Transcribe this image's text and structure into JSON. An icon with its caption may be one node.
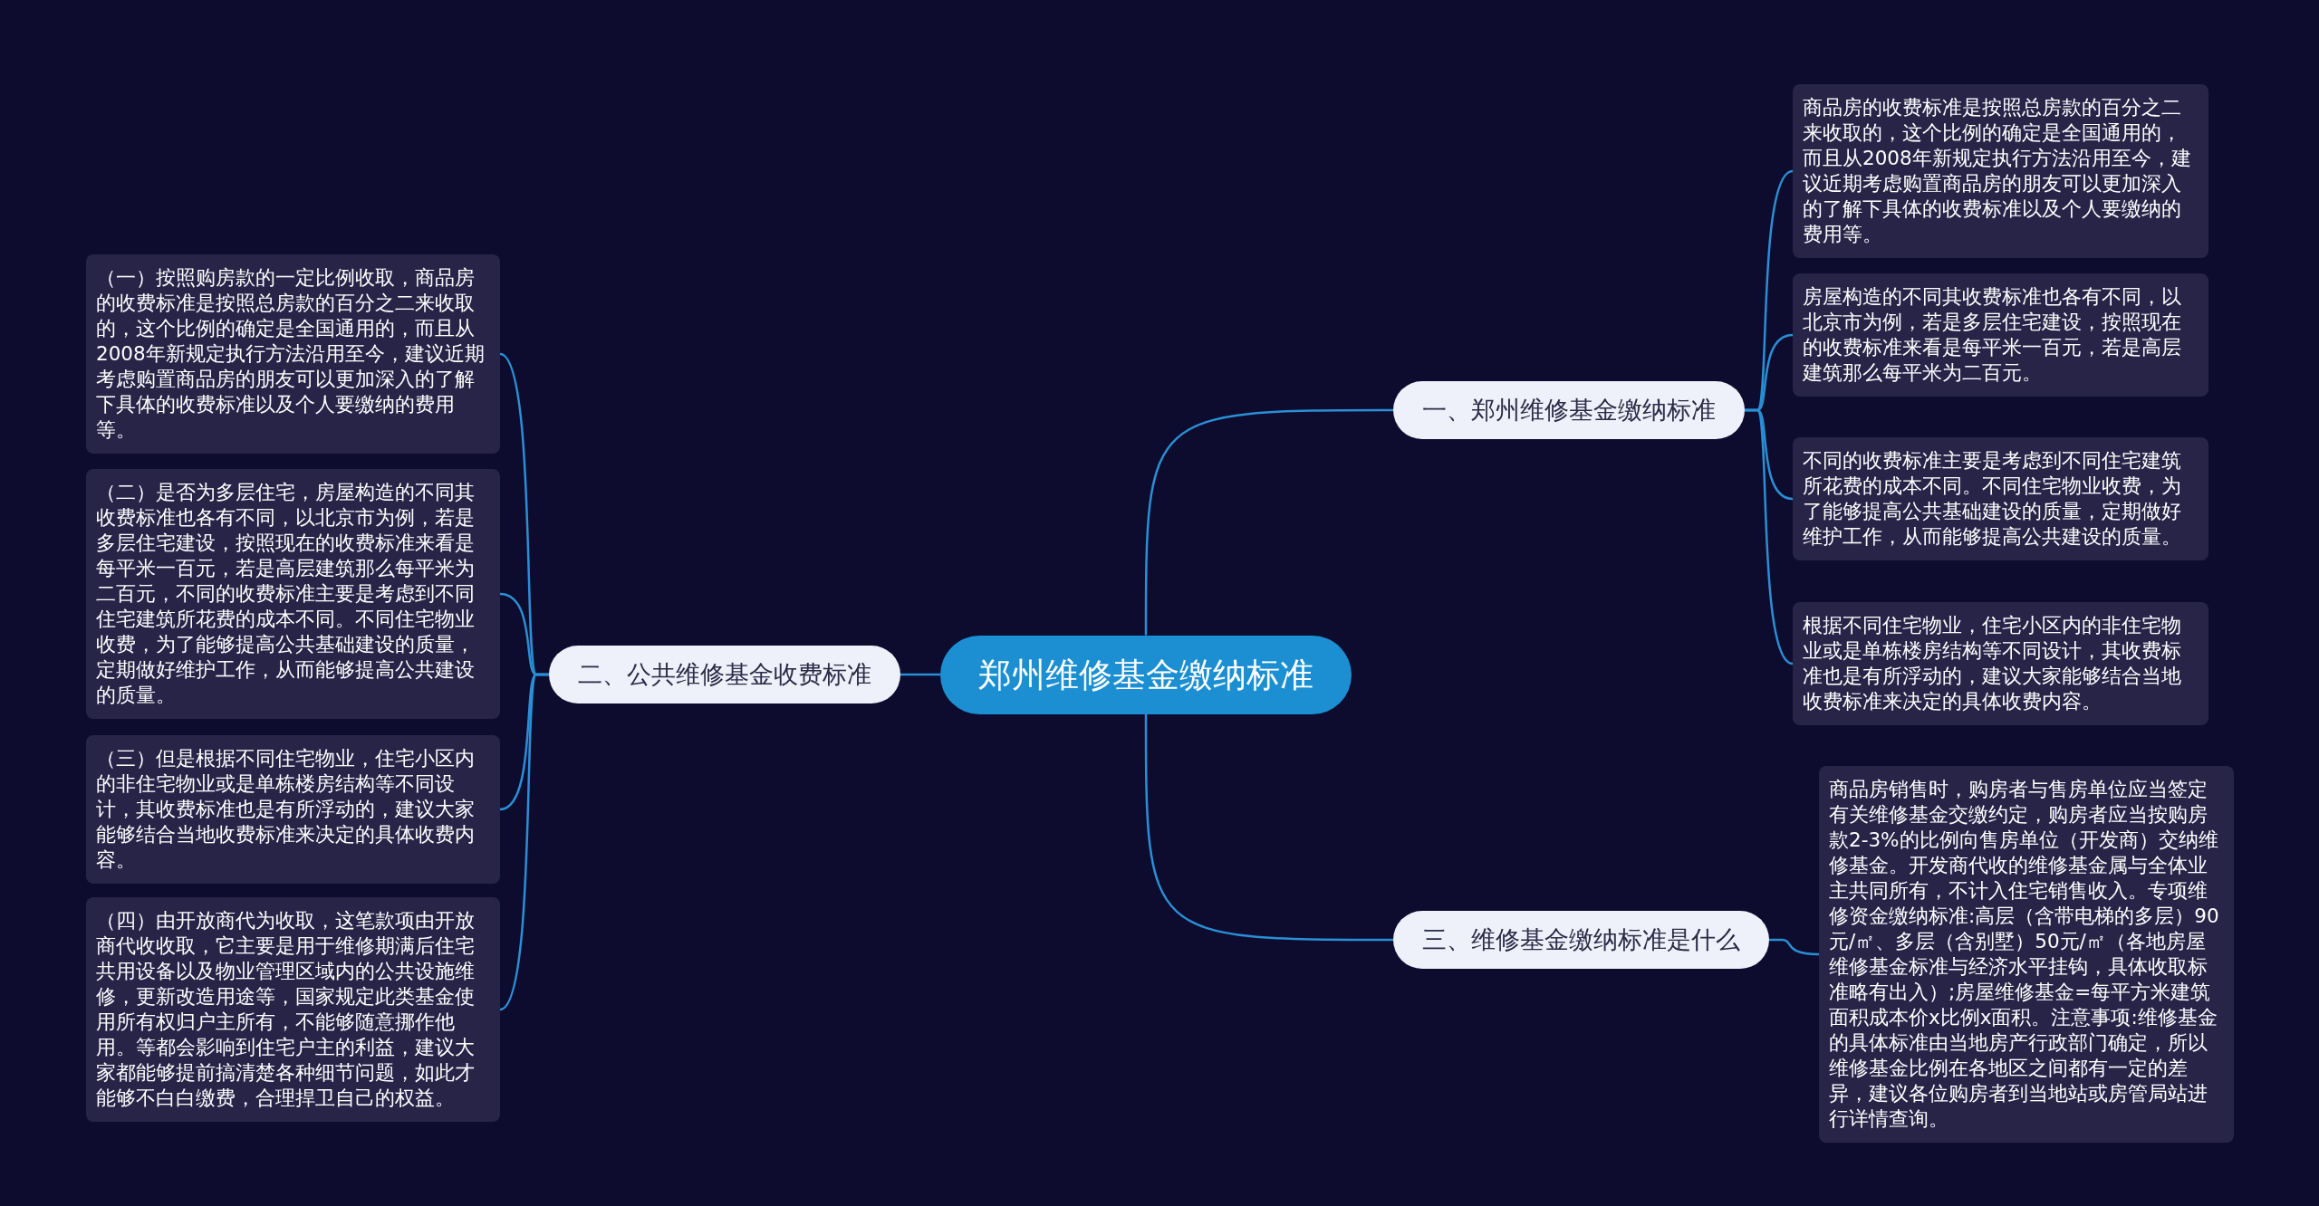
{
  "diagram": {
    "nodes": [
      {
        "text": [
          "郑州维修基金缴纳标准"
        ]
      },
      {
        "text": [
          "一、郑州维修基金缴纳标准"
        ]
      },
      {
        "text": [
          "商品房的收费标准是按照总房款的百分之二来收取的，这个比例的确定是全国通用的，而且从2008年新规定执行方法沿用至今，建议近期考虑购置商品房的朋友可以更加深入的了解下具体的收费标准以及个人要缴纳的费用等。"
        ]
      },
      {
        "text": [
          "房屋构造的不同其收费标准也各有不同，以北京市为例，若是多层住宅建设，按照现在的收费标准来看是每平米一百元，若是高层建筑那么每平米为二百元。"
        ]
      },
      {
        "text": [
          "不同的收费标准主要是考虑到不同住宅建筑所花费的成本不同。不同住宅物业收费，为了能够提高公共基础建设的质量，定期做好维护工作，从而能够提高公共建设的质量。"
        ]
      },
      {
        "text": [
          "根据不同住宅物业，住宅小区内的非住宅物业或是单栋楼房结构等不同设计，其收费标准也是有所浮动的，建议大家能够结合当地收费标准来决定的具体收费内容。"
        ]
      },
      {
        "text": [
          "三、维修基金缴纳标准是什么"
        ]
      },
      {
        "text": [
          "商品房销售时，购房者与售房单位应当签定有关维修基金交缴约定，购房者应当按购房款2-3%的比例向售房单位（开发商）交纳维修基金。开发商代收的维修基金属与全体业主共同所有，不计入住宅销售收入。专项维修资金缴纳标准:高层（含带电梯的多层）90元/㎡、多层（含别墅）50元/㎡（各地房屋维修基金标准与经济水平挂钩，具体收取标准略有出入）;房屋维修基金=每平方米建筑面积成本价x比例x面积。注意事项:维修基金的具体标准由当地房产行政部门确定，所以维修基金比例在各地区之间都有一定的差异，建议各位购房者到当地站或房管局站进行详情查询。"
        ]
      },
      {
        "text": [
          "二、公共维修基金收费标准"
        ]
      },
      {
        "text": [
          "（一）按照购房款的一定比例收取，商品房的收费标准是按照总房款的百分之二来收取的，这个比例的确定是全国通用的，而且从2008年新规定执行方法沿用至今，建议近期考虑购置商品房的朋友可以更加深入的了解下具体的收费标准以及个人要缴纳的费用等。"
        ]
      },
      {
        "text": [
          "（二）是否为多层住宅，房屋构造的不同其收费标准也各有不同，以北京市为例，若是多层住宅建设，按照现在的收费标准来看是每平米一百元，若是高层建筑那么每平米为二百元，不同的收费标准主要是考虑到不同住宅建筑所花费的成本不同。不同住宅物业收费，为了能够提高公共基础建设的质量，定期做好维护工作，从而能够提高公共建设的质量。"
        ]
      },
      {
        "text": [
          "（三）但是根据不同住宅物业，住宅小区内的非住宅物业或是单栋楼房结构等不同设计，其收费标准也是有所浮动的，建议大家能够结合当地收费标准来决定的具体收费内容。"
        ]
      },
      {
        "text": [
          "（四）由开放商代为收取，这笔款项由开放商代收收取，它主要是用于维修期满后住宅共用设备以及物业管理区域内的公共设施维修，更新改造用途等，国家规定此类基金使用所有权归户主所有，不能够随意挪作他用。等都会影响到住宅户主的利益，建议大家都能够提前搞清楚各种细节问题，如此才能够不白白缴费，合理捍卫自己的权益。"
        ]
      }
    ],
    "edges": [
      {
        "from": 0,
        "to": 1,
        "arrow": "none"
      },
      {
        "from": 1,
        "to": 2,
        "arrow": "none"
      },
      {
        "from": 1,
        "to": 3,
        "arrow": "none"
      },
      {
        "from": 1,
        "to": 4,
        "arrow": "none"
      },
      {
        "from": 1,
        "to": 5,
        "arrow": "none"
      },
      {
        "from": 0,
        "to": 6,
        "arrow": "none"
      },
      {
        "from": 6,
        "to": 7,
        "arrow": "none"
      },
      {
        "from": 0,
        "to": 8,
        "arrow": "none"
      },
      {
        "from": 8,
        "to": 9,
        "arrow": "none"
      },
      {
        "from": 8,
        "to": 10,
        "arrow": "none"
      },
      {
        "from": 8,
        "to": 11,
        "arrow": "none"
      },
      {
        "from": 8,
        "to": 12,
        "arrow": "none"
      }
    ]
  }
}
